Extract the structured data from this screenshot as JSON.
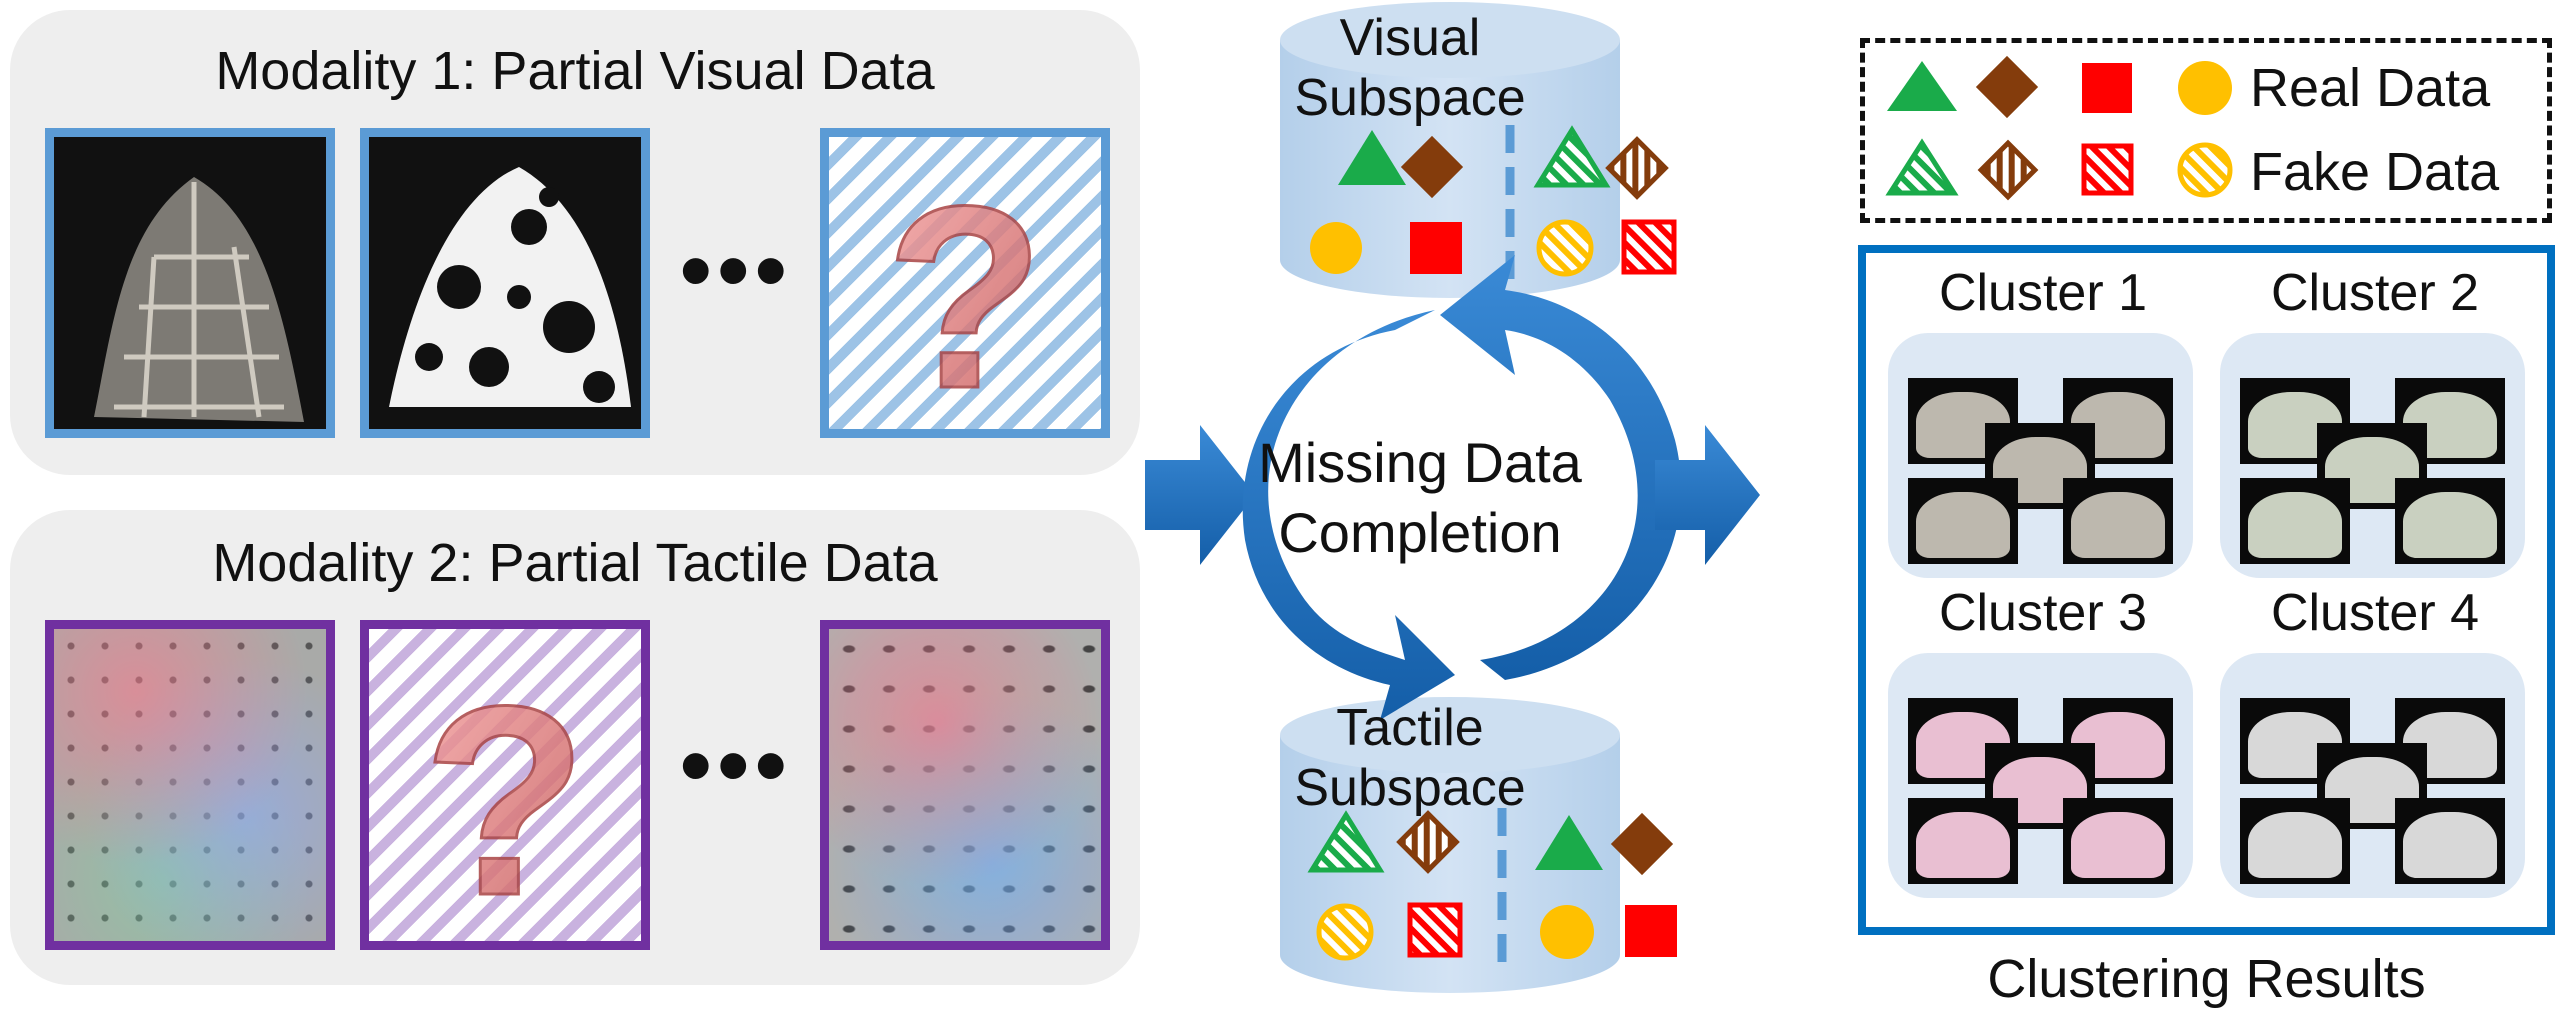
{
  "modality1": {
    "title": "Modality 1: Partial Visual Data",
    "ellipsis": "•••"
  },
  "modality2": {
    "title": "Modality 2: Partial Tactile Data",
    "ellipsis": "•••"
  },
  "center": {
    "visual_subspace": "Visual Subspace",
    "tactile_subspace": "Tactile Subspace",
    "cycle_line1": "Missing Data",
    "cycle_line2": "Completion"
  },
  "legend": {
    "real": "Real Data",
    "fake": "Fake Data"
  },
  "clusters": [
    {
      "label": "Cluster 1",
      "cloth_color": "#bdb8ae"
    },
    {
      "label": "Cluster 2",
      "cloth_color": "#c9d0c0"
    },
    {
      "label": "Cluster 3",
      "cloth_color": "#e9bfd2"
    },
    {
      "label": "Cluster 4",
      "cloth_color": "#d8d8d8"
    }
  ],
  "clustering_results": "Clustering Results",
  "colors": {
    "green": "#1aab4a",
    "brown": "#843c0c",
    "red": "#ff0000",
    "yellow": "#ffc000",
    "modality1_border": "#5b9bd5",
    "modality2_border": "#7030a0",
    "cluster_border": "#0070c0",
    "arrow": "#1f6fbf",
    "cylinder": "#bfd7ee"
  }
}
